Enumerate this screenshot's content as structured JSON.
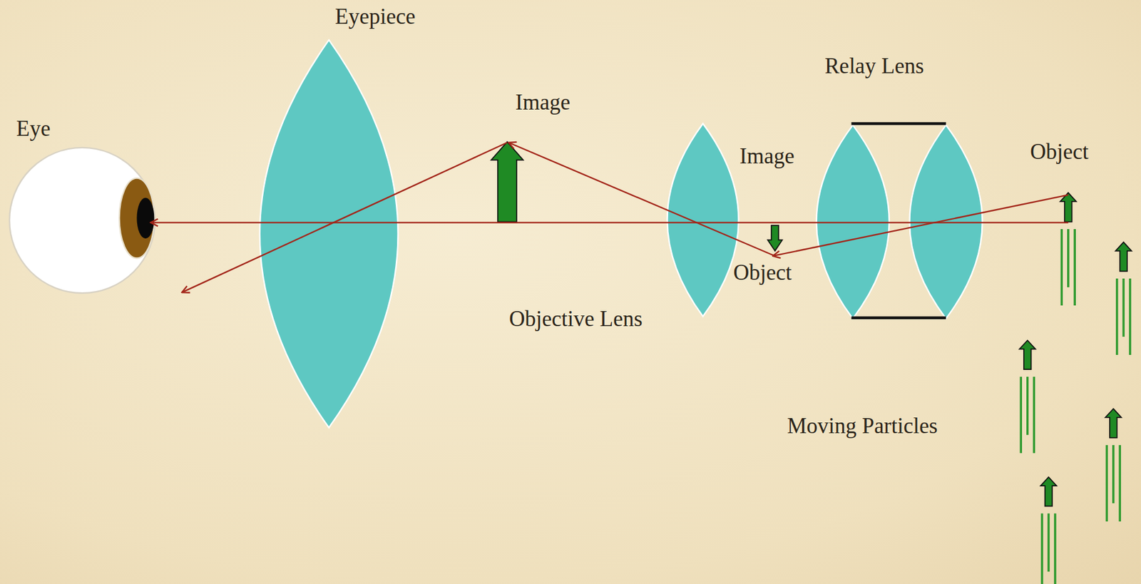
{
  "diagram": {
    "labels": [
      "Eyepiece",
      "Eye",
      "Image",
      "Relay Lens",
      "Image",
      "Object",
      "Object",
      "Objective Lens",
      "Moving Particles"
    ]
  }
}
